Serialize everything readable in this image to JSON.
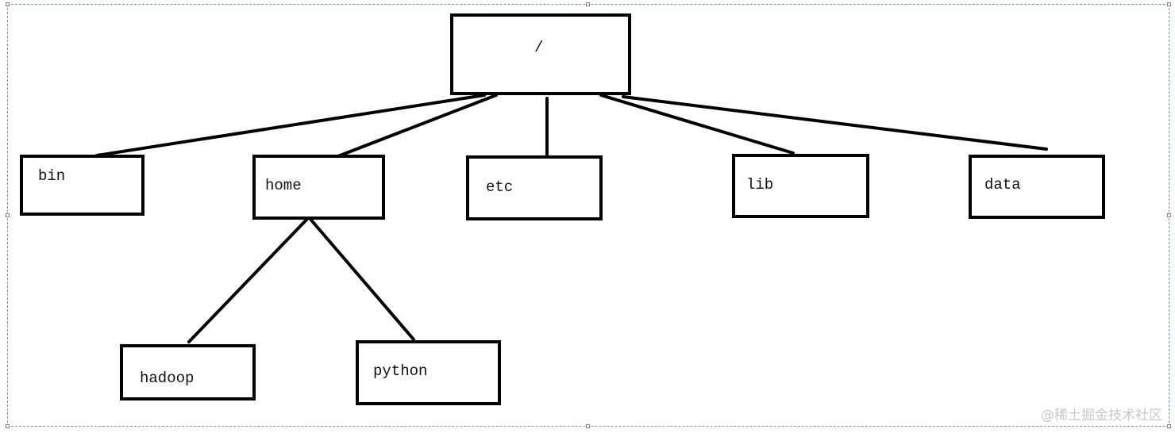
{
  "nodes": {
    "root": "/",
    "bin": "bin",
    "home": "home",
    "etc": "etc",
    "lib": "lib",
    "data": "data",
    "hadoop": "hadoop",
    "python": "python"
  },
  "watermark": "@稀土掘金技术社区",
  "colors": {
    "stroke": "#000000",
    "selection": "#5b9bd5"
  }
}
